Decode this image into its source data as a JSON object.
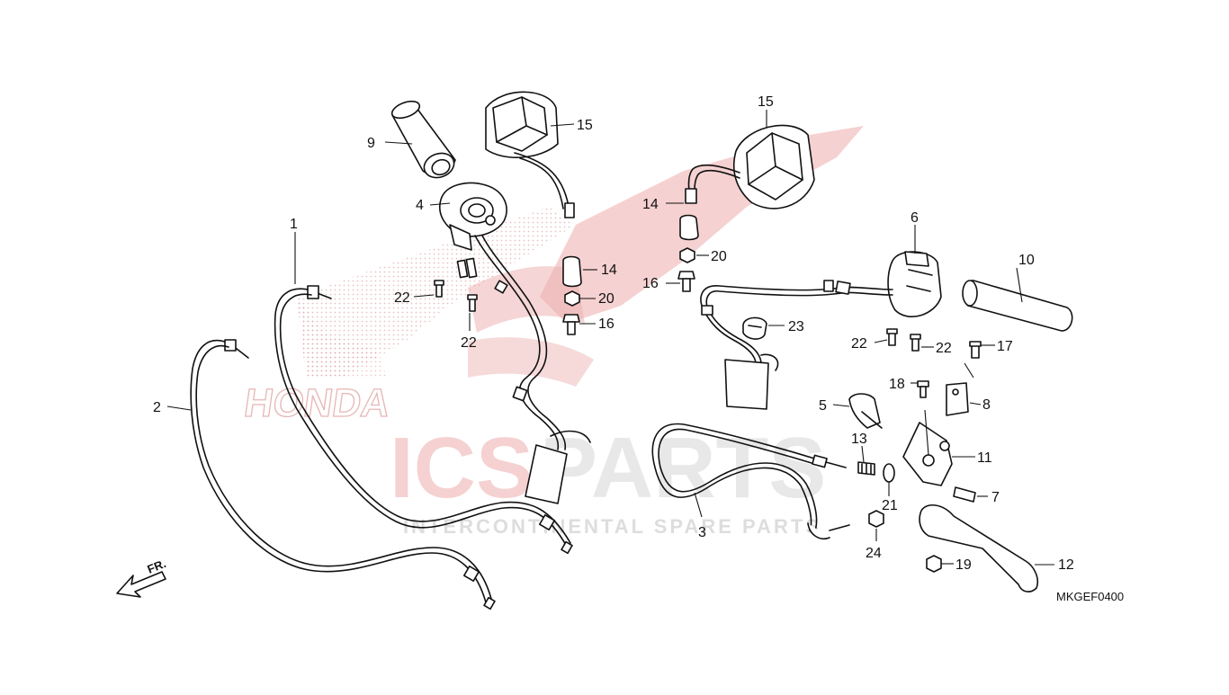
{
  "diagram": {
    "code": "MKGEF0400",
    "fr_label": "FR.",
    "callouts": [
      "1",
      "2",
      "3",
      "4",
      "5",
      "6",
      "7",
      "8",
      "9",
      "10",
      "11",
      "12",
      "13",
      "14",
      "15",
      "16",
      "17",
      "18",
      "19",
      "20",
      "21",
      "22",
      "23",
      "24"
    ]
  },
  "watermark": {
    "brand": "HONDA",
    "company_a": "ICS",
    "company_b": "PARTS",
    "tagline": "INTERCONTINENTAL SPARE PARTS",
    "colors": {
      "red": "#e9a3a3",
      "grey": "#cfcfcf"
    }
  }
}
